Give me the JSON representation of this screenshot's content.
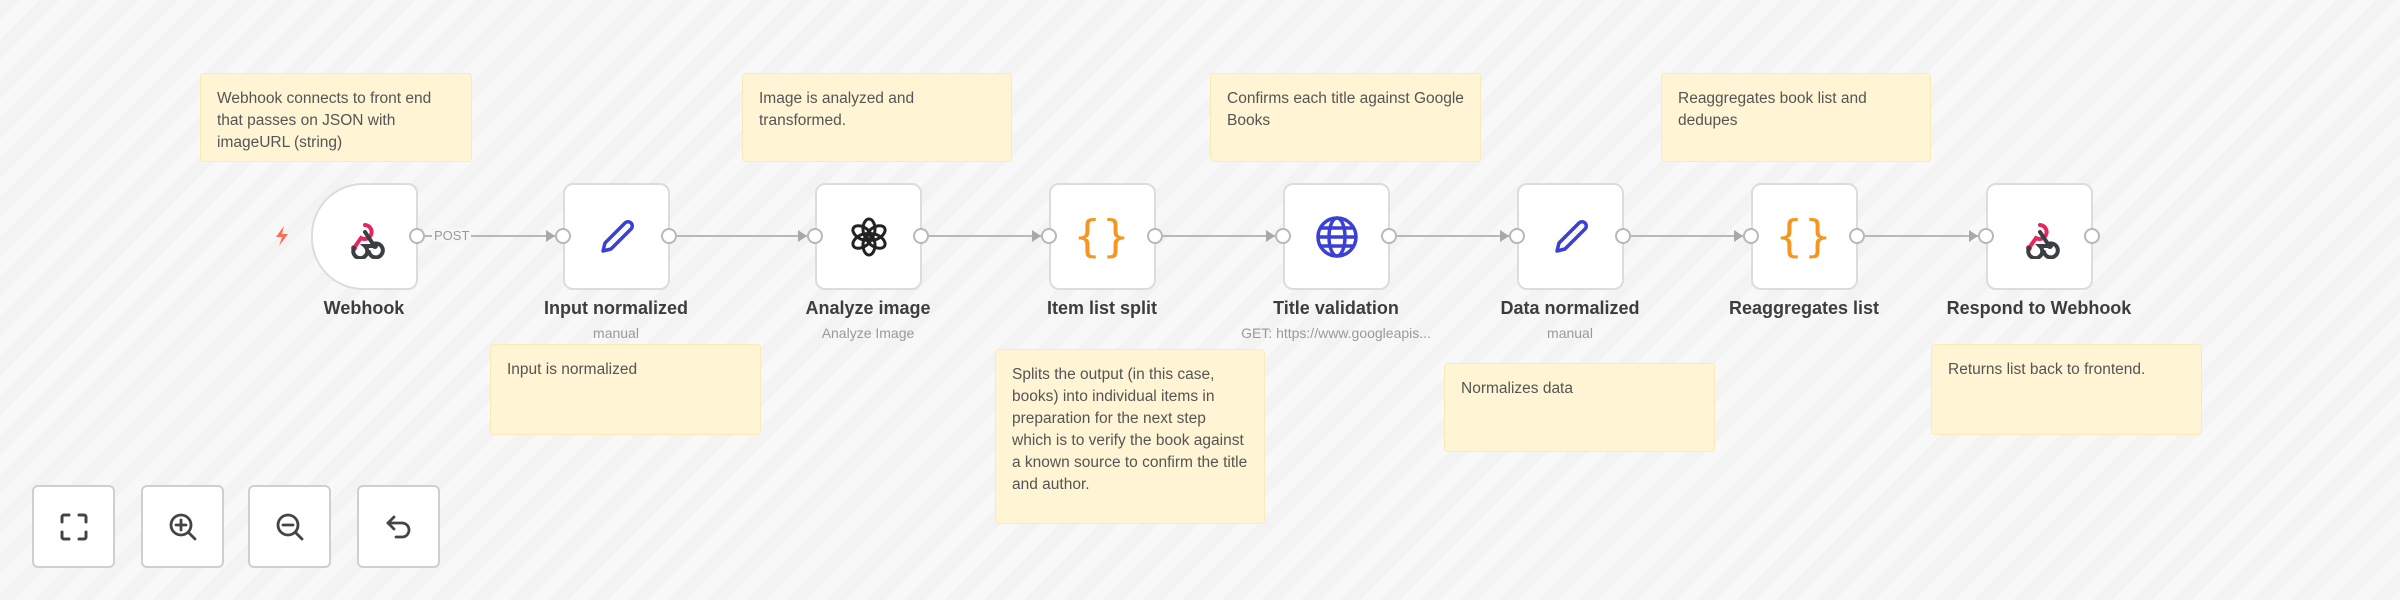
{
  "sticky_notes": [
    {
      "id": "note-webhook",
      "text": "Webhook connects to front end that passes on JSON with imageURL (string)"
    },
    {
      "id": "note-analyze",
      "text": "Image is analyzed and transformed."
    },
    {
      "id": "note-title-validation",
      "text": "Confirms each title against Google Books"
    },
    {
      "id": "note-reaggregate",
      "text": "Reaggregates book list and dedupes"
    },
    {
      "id": "note-input",
      "text": "Input is normalized"
    },
    {
      "id": "note-split",
      "text": "Splits the output (in this case, books) into individual items in preparation for the next step which is to verify the book against a known source to confirm the title and author."
    },
    {
      "id": "note-normalize",
      "text": "Normalizes data"
    },
    {
      "id": "note-respond",
      "text": "Returns list back to frontend."
    }
  ],
  "nodes": [
    {
      "name": "Webhook",
      "subtitle": "",
      "icon": "webhook-icon"
    },
    {
      "name": "Input normalized",
      "subtitle": "manual",
      "icon": "pencil-icon"
    },
    {
      "name": "Analyze image",
      "subtitle": "Analyze Image",
      "icon": "openai-icon"
    },
    {
      "name": "Item list split",
      "subtitle": "",
      "icon": "code-braces-icon"
    },
    {
      "name": "Title validation",
      "subtitle": "GET: https://www.googleapis...",
      "icon": "globe-icon"
    },
    {
      "name": "Data normalized",
      "subtitle": "manual",
      "icon": "pencil-icon"
    },
    {
      "name": "Reaggregates list",
      "subtitle": "",
      "icon": "code-braces-icon"
    },
    {
      "name": "Respond to Webhook",
      "subtitle": "",
      "icon": "webhook-icon"
    }
  ],
  "edges": [
    {
      "from": "Webhook",
      "to": "Input normalized",
      "label": "POST"
    }
  ],
  "controls": [
    {
      "label": "Zoom to fit",
      "icon": "fit-view-icon"
    },
    {
      "label": "Zoom in",
      "icon": "zoom-in-icon"
    },
    {
      "label": "Zoom out",
      "icon": "zoom-out-icon"
    },
    {
      "label": "Reset zoom",
      "icon": "undo-icon"
    }
  ],
  "colors": {
    "sticky_bg": "#fff4d3",
    "webhook_pink": "#e8265e",
    "webhook_dark": "#3a3f44",
    "pencil_blue": "#3a3fd6",
    "braces_orange": "#f7961e",
    "trigger_bolt": "#ff6d5a"
  }
}
